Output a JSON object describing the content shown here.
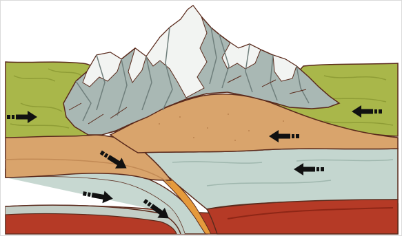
{
  "figure": {
    "frame_color": "#d9d9d9",
    "palette": {
      "sky": "#ffffff",
      "grass": "#a9b74a",
      "grass_dark": "#8f9d36",
      "crust_tan": "#d9a46c",
      "crust_tan_dark": "#c28a55",
      "plate_gray": "#c4d6cf",
      "plate_gray_dark": "#9fb7ae",
      "mantle_red": "#b53a26",
      "mantle_red_dark": "#8e2616",
      "outline": "#5a2a1c",
      "snow": "#f2f4f2",
      "rock": "#a9b8b4",
      "rock_dark": "#6f7f7c",
      "arrow": "#111111",
      "seam": "#e59a3c"
    },
    "motion_arrows": [
      {
        "name": "arrow-left-grass",
        "direction": "right"
      },
      {
        "name": "arrow-right-grass",
        "direction": "left"
      },
      {
        "name": "arrow-tan-layer",
        "direction": "left"
      },
      {
        "name": "arrow-subducting-tan",
        "direction": "right"
      },
      {
        "name": "arrow-right-plate",
        "direction": "left"
      },
      {
        "name": "arrow-lower-plate",
        "direction": "right"
      },
      {
        "name": "arrow-subducting-plate",
        "direction": "right"
      }
    ],
    "icons": [
      "mountain-icon",
      "motion-arrow-icon"
    ]
  }
}
